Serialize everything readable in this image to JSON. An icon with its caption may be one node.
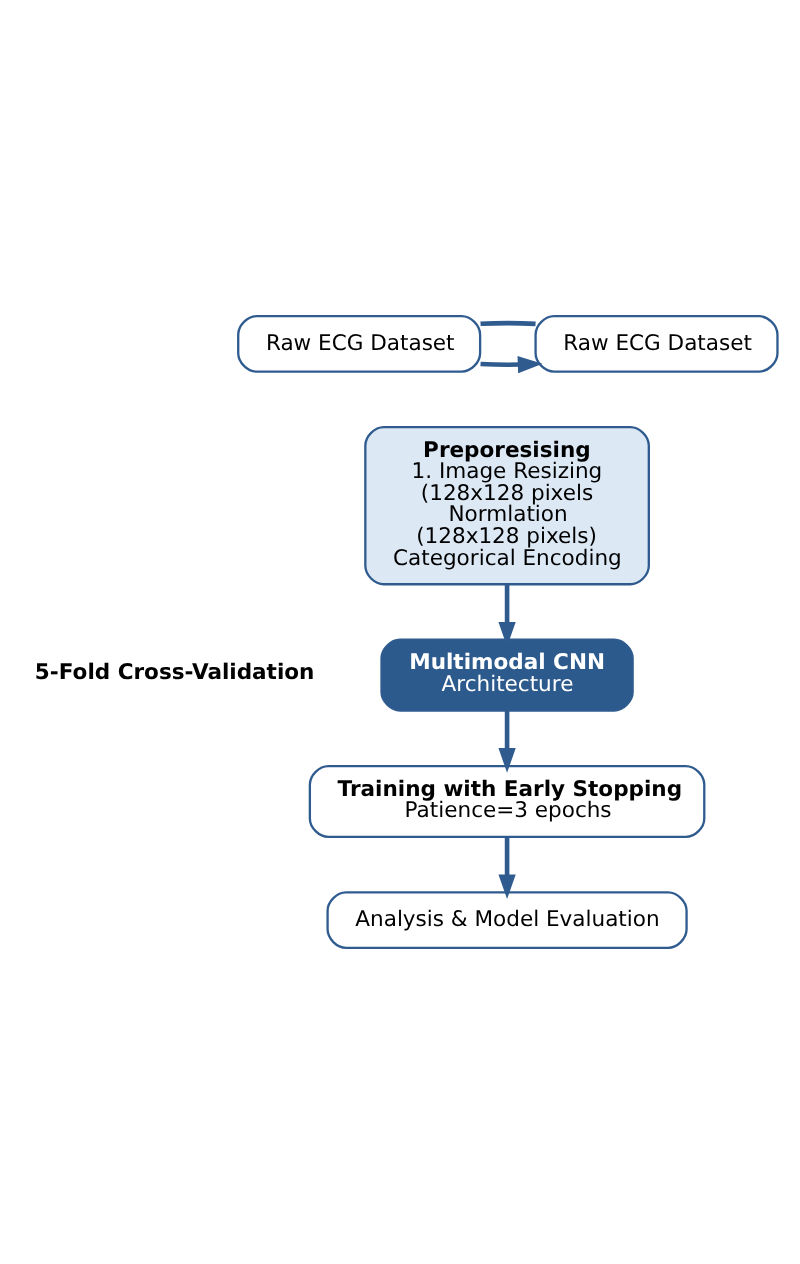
{
  "diagram": {
    "nodes": [
      {
        "text": [
          "Raw ECG Dataset"
        ]
      },
      {
        "text": [
          "Raw ECG Dataset"
        ]
      },
      {
        "text": [
          "Preporesising",
          "1. Image Resizing",
          "(128x128 pixels",
          "Normlation",
          "(128x128 pixels)",
          "Categorical Encoding"
        ]
      },
      {
        "text": [
          "Multimodal CNN",
          "Architecture"
        ]
      },
      {
        "text": [
          "Training with Early Stopping",
          "Patience=3 epochs"
        ]
      },
      {
        "text": [
          "Analysis & Model Evaluation"
        ]
      }
    ],
    "edges": [
      {
        "from": 0,
        "to": 1,
        "arrow": "to"
      },
      {
        "from": 0,
        "to": 1,
        "arrow": "none"
      },
      {
        "from": 2,
        "to": 3,
        "arrow": "to"
      },
      {
        "from": 3,
        "to": 4,
        "arrow": "to"
      },
      {
        "from": 4,
        "to": 5,
        "arrow": "to"
      }
    ],
    "labels": [
      "5-Fold Cross-Validation"
    ]
  }
}
